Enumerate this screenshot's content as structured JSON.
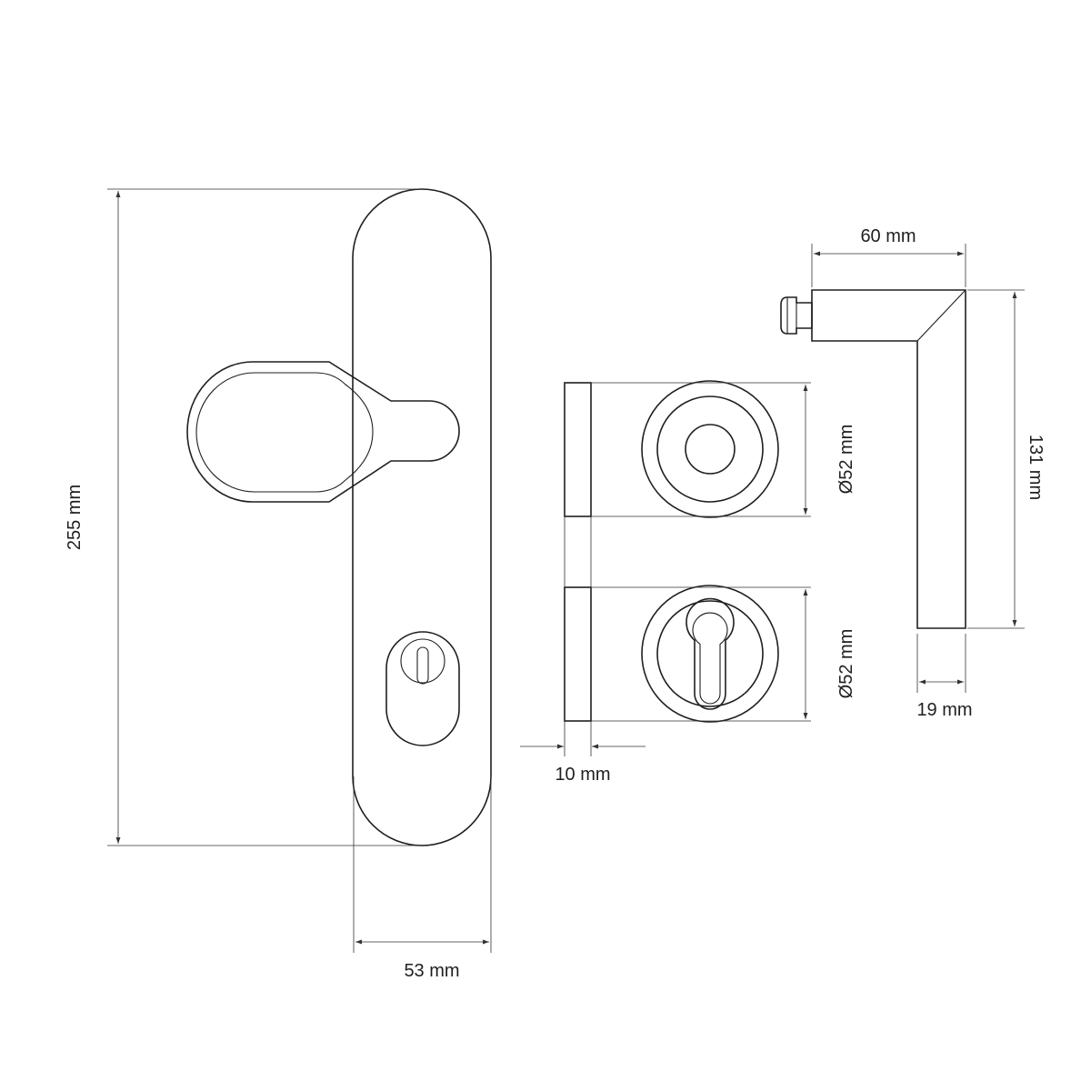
{
  "colors": {
    "line": "#1f1f1f",
    "background": "#ffffff"
  },
  "dimensions": {
    "plate_height": "255 mm",
    "plate_width": "53 mm",
    "rose_thickness": "10 mm",
    "rose_diameter_top": "Ø52 mm",
    "rose_diameter_bottom": "Ø52 mm",
    "lever_length": "60 mm",
    "lever_height": "131 mm",
    "lever_width": "19 mm"
  }
}
